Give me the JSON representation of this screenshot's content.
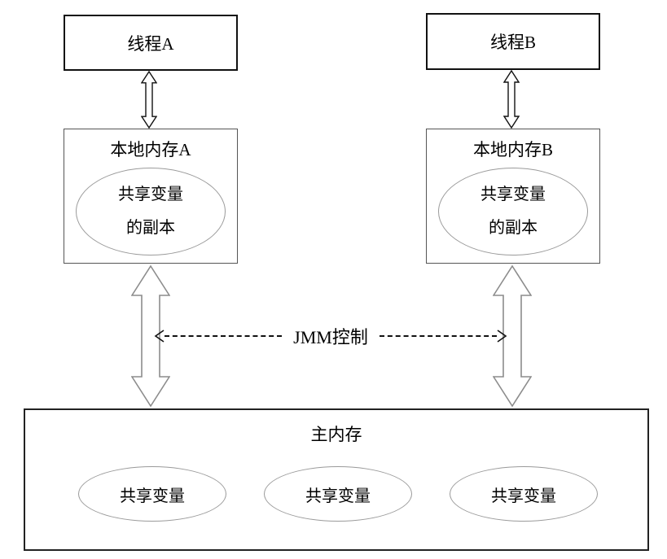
{
  "diagram_title": "JMM (Java Memory Model) structure diagram",
  "colors": {
    "background": "#ffffff",
    "text": "#000000",
    "thread_box_border": "#111111",
    "local_box_border": "#555555",
    "main_box_border": "#222222",
    "ellipse_stroke": "#9a9a9a",
    "big_arrow_stroke": "#8c8c8c",
    "small_arrow_stroke": "#111111",
    "dashed_line": "#111111"
  },
  "nodes": {
    "thread_a": {
      "label": "线程A"
    },
    "thread_b": {
      "label": "线程B"
    },
    "local_memory_a": {
      "title": "本地内存A",
      "copy": {
        "line1": "共享变量",
        "line2": "的副本"
      }
    },
    "local_memory_b": {
      "title": "本地内存B",
      "copy": {
        "line1": "共享变量",
        "line2": "的副本"
      }
    },
    "main_memory": {
      "title": "主内存",
      "shared_variables": [
        "共享变量",
        "共享变量",
        "共享变量"
      ]
    }
  },
  "connections": {
    "jmm_control_label": "JMM控制"
  }
}
